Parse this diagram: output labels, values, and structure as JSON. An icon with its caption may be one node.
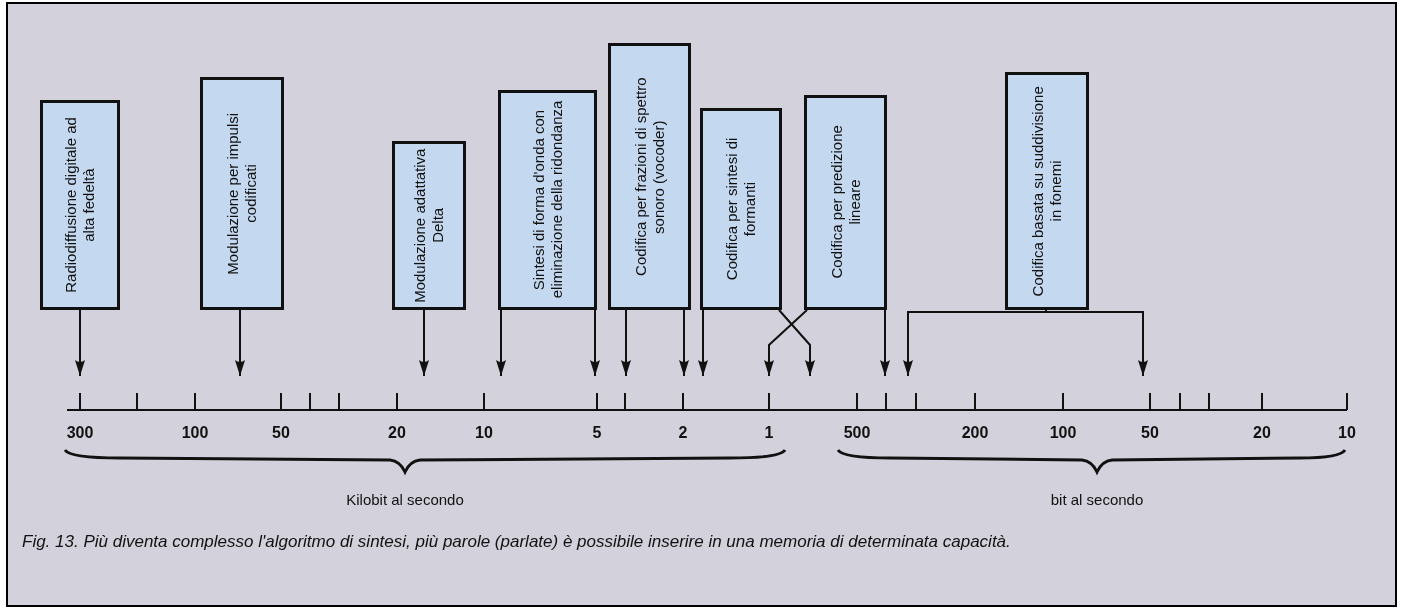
{
  "diagram": {
    "caption": "Fig. 13. Più diventa complesso l'algoritmo di sintesi, più parole (parlate) è possibile inserire in una memoria di determinata capacità.",
    "nodes": [
      {
        "text": [
          "Radiodiffusione digitale ad alta fedeltà"
        ]
      },
      {
        "text": [
          "Modulazione per impulsi codificati"
        ]
      },
      {
        "text": [
          "Modulazione adattativa Delta"
        ]
      },
      {
        "text": [
          "Sintesi di forma d'onda con eliminazione della ridondanza"
        ]
      },
      {
        "text": [
          "Codifica per frazioni di spettro sonoro (vocoder)"
        ]
      },
      {
        "text": [
          "Codifica per sintesi di formanti"
        ]
      },
      {
        "text": [
          "Codifica per predizione lineare"
        ]
      },
      {
        "text": [
          "Codifica basata su suddivisione in fonemi"
        ]
      },
      {
        "text": [],
        "shape": "axis"
      }
    ],
    "edges": [
      {
        "from": 0,
        "to": 8,
        "arrow": "to"
      },
      {
        "from": 1,
        "to": 8,
        "arrow": "to"
      },
      {
        "from": 2,
        "to": 8,
        "arrow": "to"
      },
      {
        "from": 3,
        "to": 8,
        "arrow": "to"
      },
      {
        "from": 3,
        "to": 8,
        "arrow": "to"
      },
      {
        "from": 4,
        "to": 8,
        "arrow": "to"
      },
      {
        "from": 4,
        "to": 8,
        "arrow": "to"
      },
      {
        "from": 5,
        "to": 8,
        "arrow": "to"
      },
      {
        "from": 5,
        "to": 8,
        "arrow": "to"
      },
      {
        "from": 6,
        "to": 8,
        "arrow": "to"
      },
      {
        "from": 6,
        "to": 8,
        "arrow": "to"
      },
      {
        "from": 7,
        "to": 8,
        "arrow": "to"
      },
      {
        "from": 7,
        "to": 8,
        "arrow": "to"
      }
    ],
    "labels": [
      "300",
      "100",
      "50",
      "20",
      "10",
      "5",
      "2",
      "1",
      "500",
      "200",
      "100",
      "50",
      "20",
      "10",
      "Kilobit al secondo",
      "bit al secondo"
    ]
  }
}
